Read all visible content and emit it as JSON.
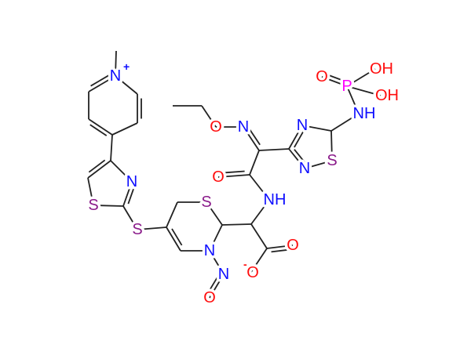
{
  "colors": {
    "N": "#0d0dff",
    "O": "#ff0d0d",
    "S": "#8a1a8a",
    "P": "#ff00ff",
    "bond": "#222222"
  },
  "atoms": {
    "pyridinium_n": "N",
    "pyridinium_charge": "+",
    "oxime_o": "O",
    "oxime_n": "N",
    "amide_o": "O",
    "amide_nh": "NH",
    "thiadiazole_n4": "N",
    "thiadiazole_n2": "N",
    "thiadiazole_s": "S",
    "phosphoramide_nh": "NH",
    "phosphorus": "P",
    "phosphoryl_o": "O",
    "hydroxyl_1": "OH",
    "hydroxyl_2": "OH",
    "thiazole_n": "N",
    "thiazole_s": "S",
    "thioether_s": "S",
    "thiazine_s": "S",
    "thiazine_n": "N",
    "nitroso_n": "N",
    "nitroso_o": "O",
    "carboxyl_o": "O",
    "carboxylate_o": "O",
    "carboxylate_charge": "-"
  }
}
